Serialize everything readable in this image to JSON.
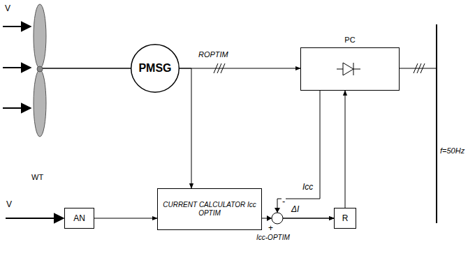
{
  "diagram": {
    "nodes": [
      {
        "text": [
          "PMSG"
        ]
      },
      {
        "text": [
          "PC"
        ]
      },
      {
        "text": [
          "AN"
        ]
      },
      {
        "text": [
          "CURRENT CALCULATOR Icc OPTIM"
        ]
      },
      {
        "text": [
          "R"
        ]
      }
    ],
    "edges": [
      {
        "from": 0,
        "to": 1,
        "arrow": "to",
        "label": "ROPTIM"
      },
      {
        "from": 0,
        "to": 3,
        "arrow": "to"
      },
      {
        "from": 2,
        "to": 3,
        "arrow": "to"
      },
      {
        "from": 3,
        "to": 4,
        "arrow": "to"
      },
      {
        "from": 1,
        "to": 4,
        "arrow": "to"
      },
      {
        "from": 4,
        "to": 1,
        "arrow": "to"
      }
    ],
    "labels": [
      "V",
      "WT",
      "V",
      "f=50Hz",
      "Icc",
      "-",
      "ΔI",
      "+",
      "Icc-OPTIM"
    ]
  }
}
